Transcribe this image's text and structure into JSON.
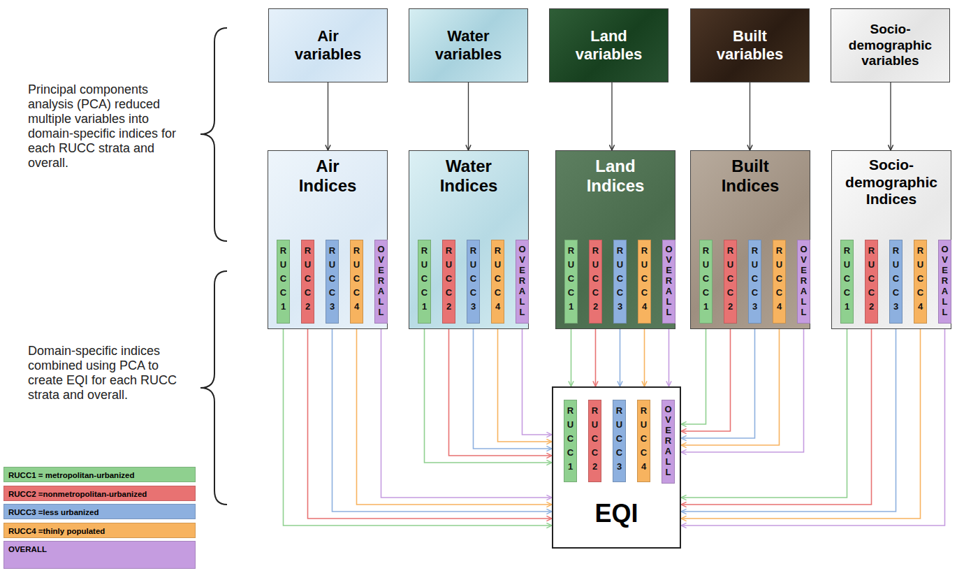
{
  "diagram": {
    "nodes": [
      {
        "text": [
          "Air variables"
        ]
      },
      {
        "text": [
          "Water variables"
        ]
      },
      {
        "text": [
          "Land variables"
        ]
      },
      {
        "text": [
          "Built variables"
        ]
      },
      {
        "text": [
          "Socio-demographic variables"
        ]
      },
      {
        "text": [
          "Air Indices"
        ]
      },
      {
        "text": [
          "RUCC1"
        ],
        "in": 5
      },
      {
        "text": [
          "RUCC2"
        ],
        "in": 5
      },
      {
        "text": [
          "RUCC3"
        ],
        "in": 5
      },
      {
        "text": [
          "RUCC4"
        ],
        "in": 5
      },
      {
        "text": [
          "OVERALL"
        ],
        "in": 5
      },
      {
        "text": [
          "Water Indices"
        ]
      },
      {
        "text": [
          "RUCC1"
        ],
        "in": 11
      },
      {
        "text": [
          "RUCC2"
        ],
        "in": 11
      },
      {
        "text": [
          "RUCC3"
        ],
        "in": 11
      },
      {
        "text": [
          "RUCC4"
        ],
        "in": 11
      },
      {
        "text": [
          "OVERALL"
        ],
        "in": 11
      },
      {
        "text": [
          "Land Indices"
        ]
      },
      {
        "text": [
          "RUCC1"
        ],
        "in": 17
      },
      {
        "text": [
          "RUCC2"
        ],
        "in": 17
      },
      {
        "text": [
          "RUCC3"
        ],
        "in": 17
      },
      {
        "text": [
          "RUCC4"
        ],
        "in": 17
      },
      {
        "text": [
          "OVERALL"
        ],
        "in": 17
      },
      {
        "text": [
          "Built Indices"
        ]
      },
      {
        "text": [
          "RUCC1"
        ],
        "in": 23
      },
      {
        "text": [
          "RUCC2"
        ],
        "in": 23
      },
      {
        "text": [
          "RUCC3"
        ],
        "in": 23
      },
      {
        "text": [
          "RUCC4"
        ],
        "in": 23
      },
      {
        "text": [
          "OVERALL"
        ],
        "in": 23
      },
      {
        "text": [
          "Socio-demographic Indices"
        ]
      },
      {
        "text": [
          "RUCC1"
        ],
        "in": 29
      },
      {
        "text": [
          "RUCC2"
        ],
        "in": 29
      },
      {
        "text": [
          "RUCC3"
        ],
        "in": 29
      },
      {
        "text": [
          "RUCC4"
        ],
        "in": 29
      },
      {
        "text": [
          "OVERALL"
        ],
        "in": 29
      },
      {
        "text": [
          "EQI"
        ]
      },
      {
        "text": [
          "RUCC1"
        ],
        "in": 35
      },
      {
        "text": [
          "RUCC2"
        ],
        "in": 35
      },
      {
        "text": [
          "RUCC3"
        ],
        "in": 35
      },
      {
        "text": [
          "RUCC4"
        ],
        "in": 35
      },
      {
        "text": [
          "OVERALL"
        ],
        "in": 35
      }
    ],
    "edges": [
      {
        "from": 0,
        "to": 5,
        "arrow": "to"
      },
      {
        "from": 1,
        "to": 11,
        "arrow": "to"
      },
      {
        "from": 2,
        "to": 17,
        "arrow": "to"
      },
      {
        "from": 3,
        "to": 23,
        "arrow": "to"
      },
      {
        "from": 4,
        "to": 29,
        "arrow": "to"
      },
      {
        "from": 6,
        "to": 35,
        "arrow": "to"
      },
      {
        "from": 7,
        "to": 35,
        "arrow": "to"
      },
      {
        "from": 8,
        "to": 35,
        "arrow": "to"
      },
      {
        "from": 9,
        "to": 35,
        "arrow": "to"
      },
      {
        "from": 10,
        "to": 35,
        "arrow": "to"
      },
      {
        "from": 12,
        "to": 35,
        "arrow": "to"
      },
      {
        "from": 13,
        "to": 35,
        "arrow": "to"
      },
      {
        "from": 14,
        "to": 35,
        "arrow": "to"
      },
      {
        "from": 15,
        "to": 35,
        "arrow": "to"
      },
      {
        "from": 16,
        "to": 35,
        "arrow": "to"
      },
      {
        "from": 18,
        "to": 35,
        "arrow": "to"
      },
      {
        "from": 19,
        "to": 35,
        "arrow": "to"
      },
      {
        "from": 20,
        "to": 35,
        "arrow": "to"
      },
      {
        "from": 21,
        "to": 35,
        "arrow": "to"
      },
      {
        "from": 22,
        "to": 35,
        "arrow": "to"
      },
      {
        "from": 24,
        "to": 35,
        "arrow": "to"
      },
      {
        "from": 25,
        "to": 35,
        "arrow": "to"
      },
      {
        "from": 26,
        "to": 35,
        "arrow": "to"
      },
      {
        "from": 27,
        "to": 35,
        "arrow": "to"
      },
      {
        "from": 28,
        "to": 35,
        "arrow": "to"
      },
      {
        "from": 30,
        "to": 35,
        "arrow": "to"
      },
      {
        "from": 31,
        "to": 35,
        "arrow": "to"
      },
      {
        "from": 32,
        "to": 35,
        "arrow": "to"
      },
      {
        "from": 33,
        "to": 35,
        "arrow": "to"
      },
      {
        "from": 34,
        "to": 35,
        "arrow": "to"
      }
    ],
    "labels": [
      "Principal components analysis (PCA) reduced multiple variables into domain-specific indices for each RUCC strata and overall.",
      "Domain-specific indices combined using PCA to create EQI for each RUCC strata and overall."
    ],
    "legend": [
      {
        "text": "RUCC1 = metropolitan-urbanized",
        "color": "#8fd08f"
      },
      {
        "text": "RUCC2 =nonmetropolitan-urbanized",
        "color": "#e87272"
      },
      {
        "text": "RUCC3 =less urbanized",
        "color": "#8db0df"
      },
      {
        "text": "RUCC4 =thinly populated",
        "color": "#f7b35f"
      },
      {
        "text": "OVERALL",
        "color": "#c59ce0"
      }
    ]
  }
}
